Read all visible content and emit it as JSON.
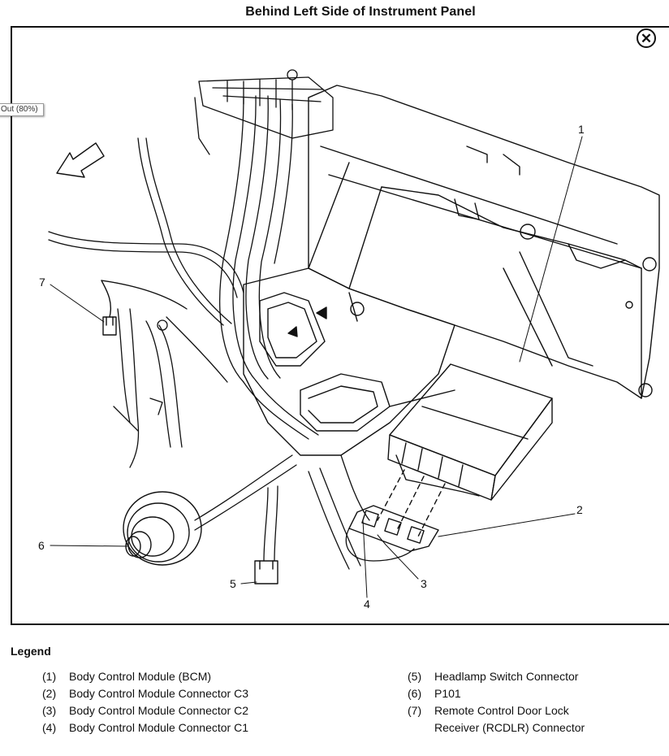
{
  "header": {
    "title": "Behind Left Side of Instrument Panel"
  },
  "tooltip": {
    "text": "Out (80%)"
  },
  "close_icon": "close-icon",
  "callouts": [
    "1",
    "2",
    "3",
    "4",
    "5",
    "6",
    "7"
  ],
  "legend": {
    "title": "Legend",
    "left": [
      {
        "num": "(1)",
        "text": "Body Control Module (BCM)"
      },
      {
        "num": "(2)",
        "text": "Body Control Module Connector C3"
      },
      {
        "num": "(3)",
        "text": "Body Control Module Connector C2"
      },
      {
        "num": "(4)",
        "text": "Body Control Module Connector C1"
      }
    ],
    "right": [
      {
        "num": "(5)",
        "text": "Headlamp Switch Connector"
      },
      {
        "num": "(6)",
        "text": "P101"
      },
      {
        "num": "(7)",
        "text": "Remote Control Door Lock"
      },
      {
        "num": "",
        "text": "Receiver (RCDLR) Connector"
      }
    ]
  }
}
